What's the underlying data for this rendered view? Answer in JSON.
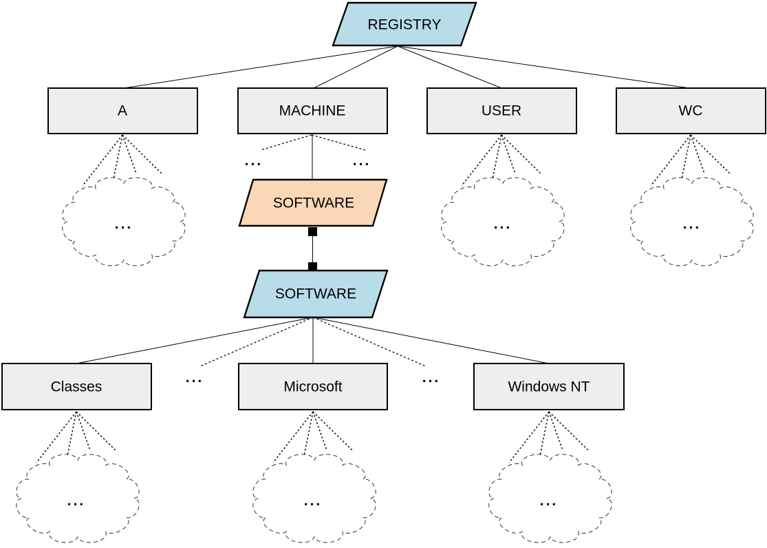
{
  "diagram": {
    "background": "#ffffff",
    "colors": {
      "node_blue": "#b9dce9",
      "node_orange": "#fad7b6",
      "node_gray": "#eeeeee",
      "stroke": "#000000"
    },
    "ellipsis": "...",
    "nodes": {
      "registry": {
        "label": "REGISTRY",
        "shape": "parallelogram",
        "color": "blue"
      },
      "a": {
        "label": "A",
        "shape": "rectangle",
        "color": "gray"
      },
      "machine": {
        "label": "MACHINE",
        "shape": "rectangle",
        "color": "gray"
      },
      "user": {
        "label": "USER",
        "shape": "rectangle",
        "color": "gray"
      },
      "wc": {
        "label": "WC",
        "shape": "rectangle",
        "color": "gray"
      },
      "software_machine": {
        "label": "SOFTWARE",
        "shape": "parallelogram",
        "color": "orange"
      },
      "software": {
        "label": "SOFTWARE",
        "shape": "parallelogram",
        "color": "blue"
      },
      "classes": {
        "label": "Classes",
        "shape": "rectangle",
        "color": "gray"
      },
      "microsoft": {
        "label": "Microsoft",
        "shape": "rectangle",
        "color": "gray"
      },
      "windows_nt": {
        "label": "Windows NT",
        "shape": "rectangle",
        "color": "gray"
      }
    }
  }
}
